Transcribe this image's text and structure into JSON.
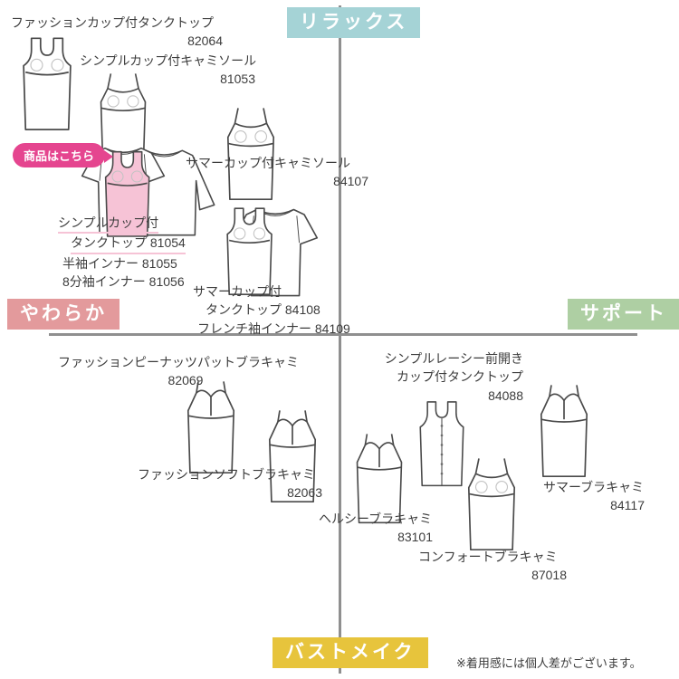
{
  "quadrant": {
    "top_label": "リラックス",
    "bottom_label": "バストメイク",
    "left_label": "やわらか",
    "right_label": "サポート"
  },
  "callout": {
    "label": "商品はこちら"
  },
  "footnote": "※着用感には個人差がございます。",
  "colors": {
    "relax_bg": "#a5d3d6",
    "soft_bg": "#e39a9c",
    "support_bg": "#aecfa3",
    "bustmake_bg": "#e7c43c",
    "callout_bg": "#e5458f",
    "highlight_pink": "#f6c3d6",
    "axis": "#8f8f8f"
  },
  "products": [
    {
      "id": "82064",
      "lines": [
        "ファッションカップ付タンクトップ",
        "82064"
      ]
    },
    {
      "id": "81053",
      "lines": [
        "シンプルカップ付キャミソール",
        "81053"
      ]
    },
    {
      "id": "81054",
      "highlighted": true,
      "lines": [
        "シンプルカップ付",
        "タンクトップ 81054",
        "半袖インナー 81055",
        "8分袖インナー 81056"
      ]
    },
    {
      "id": "84107",
      "lines": [
        "サマーカップ付キャミソール",
        "84107"
      ]
    },
    {
      "id": "84108",
      "lines": [
        "サマーカップ付",
        "タンクトップ 84108",
        "フレンチ袖インナー 84109"
      ]
    },
    {
      "id": "82069",
      "lines": [
        "ファッションピーナッツパットブラキャミ",
        "82069"
      ]
    },
    {
      "id": "82063",
      "lines": [
        "ファッションソフトブラキャミ",
        "82063"
      ]
    },
    {
      "id": "84088",
      "lines": [
        "シンプルレーシー前開き",
        "カップ付タンクトップ",
        "84088"
      ]
    },
    {
      "id": "83101",
      "lines": [
        "ヘルシーブラキャミ",
        "83101"
      ]
    },
    {
      "id": "87018",
      "lines": [
        "コンフォートブラキャミ",
        "87018"
      ]
    },
    {
      "id": "84117",
      "lines": [
        "サマーブラキャミ",
        "84117"
      ]
    }
  ]
}
